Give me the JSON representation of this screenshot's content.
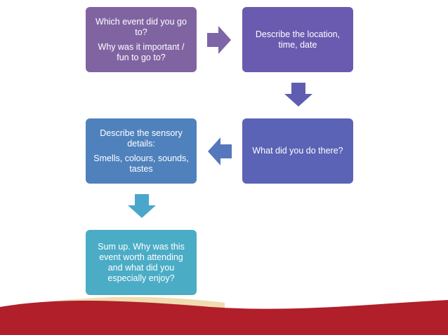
{
  "steps": [
    {
      "lines": [
        "Which event did you go to?",
        "Why was it important / fun to go to?"
      ],
      "color": "#8064a2"
    },
    {
      "lines": [
        "Describe the location, time, date"
      ],
      "color": "#6a5bb0"
    },
    {
      "lines": [
        "What did you do there?"
      ],
      "color": "#5a63b5"
    },
    {
      "lines": [
        "Describe the sensory details:",
        "Smells, colours, sounds, tastes"
      ],
      "color": "#4f81bd"
    },
    {
      "lines": [
        "Sum up. Why was this event worth attending and what did you especially enjoy?"
      ],
      "color": "#4bacc6"
    }
  ],
  "arrows": [
    {
      "direction": "right",
      "color": "#7d65a8"
    },
    {
      "direction": "down",
      "color": "#5f5db2"
    },
    {
      "direction": "left",
      "color": "#5577bb"
    },
    {
      "direction": "down",
      "color": "#4ba6cb"
    }
  ],
  "footer_colors": {
    "sand": "#f0dcb0",
    "red": "#b01f2a"
  }
}
